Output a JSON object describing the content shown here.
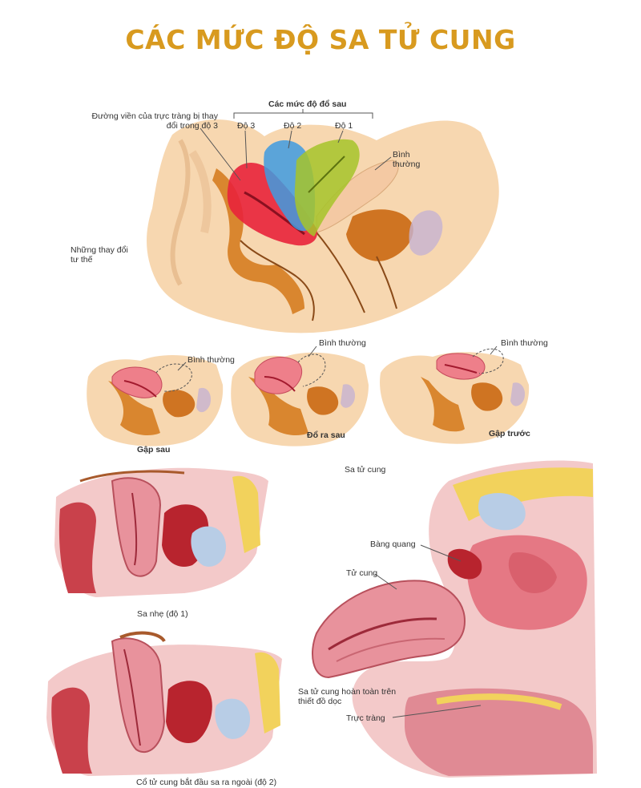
{
  "title": "CÁC MỨC ĐỘ SA TỬ CUNG",
  "top_section": {
    "degrees_header": "Các mức độ đổ sau",
    "degree_labels": [
      "Độ 3",
      "Độ 2",
      "Độ 1"
    ],
    "rectum_note": "Đường viền của trực tràng bị thay đổi trong độ 3",
    "normal": "Bình thường",
    "posture_changes": "Những thay đổi tư thế"
  },
  "positions": [
    {
      "normal": "Bình thường",
      "caption": "Gập sau"
    },
    {
      "normal": "Bình thường",
      "caption": "Đổ ra sau"
    },
    {
      "normal": "Bình thường",
      "caption": "Gập trước"
    }
  ],
  "prolapse": {
    "section_title": "Sa tử cung",
    "mild": "Sa nhẹ (độ 1)",
    "cervix_out": "Cổ tử cung bắt đầu sa ra ngoài (độ 2)",
    "bladder": "Bàng quang",
    "uterus": "Tử cung",
    "complete": "Sa tử cung hoàn toàn trên thiết đồ dọc",
    "rectum": "Trực tràng"
  },
  "colors": {
    "title": "#d89a1f",
    "skin": "#f7d7b0",
    "organ_brown": "#c9741f",
    "degree3": "#e8243b",
    "degree2": "#3f9be0",
    "degree1": "#a6c42a",
    "tissue_pink": "#e88b95",
    "bladder_blue": "#b8cde6",
    "fat_yellow": "#f2d25c"
  }
}
